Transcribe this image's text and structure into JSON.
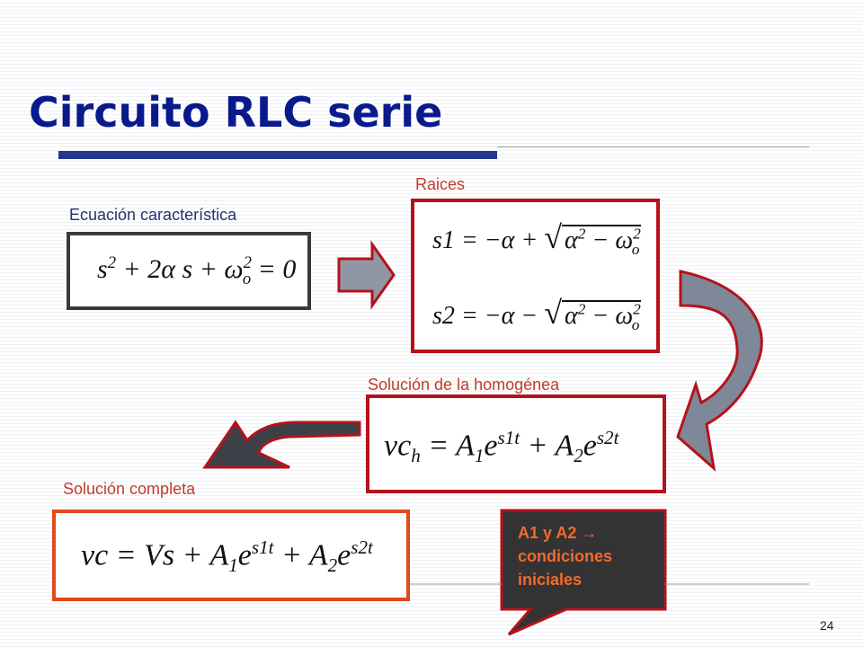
{
  "slide": {
    "title": "Circuito RLC serie",
    "page_number": "24"
  },
  "labels": {
    "characteristic": "Ecuación característica",
    "roots": "Raices",
    "homogeneous": "Solución de la homogénea",
    "complete": "Solución completa"
  },
  "callout": {
    "line1": "A1 y A2 →",
    "line2": "condiciones",
    "line3": "iniciales"
  },
  "colors": {
    "title": "#0a1a8c",
    "title_bar": "#25368f",
    "box_dark": "#3a3a3a",
    "box_red": "#b5121b",
    "box_orange": "#e04a1c",
    "arrow_fill": "#8f97a4",
    "callout_fill": "#333333",
    "callout_text": "#f26a2c"
  }
}
